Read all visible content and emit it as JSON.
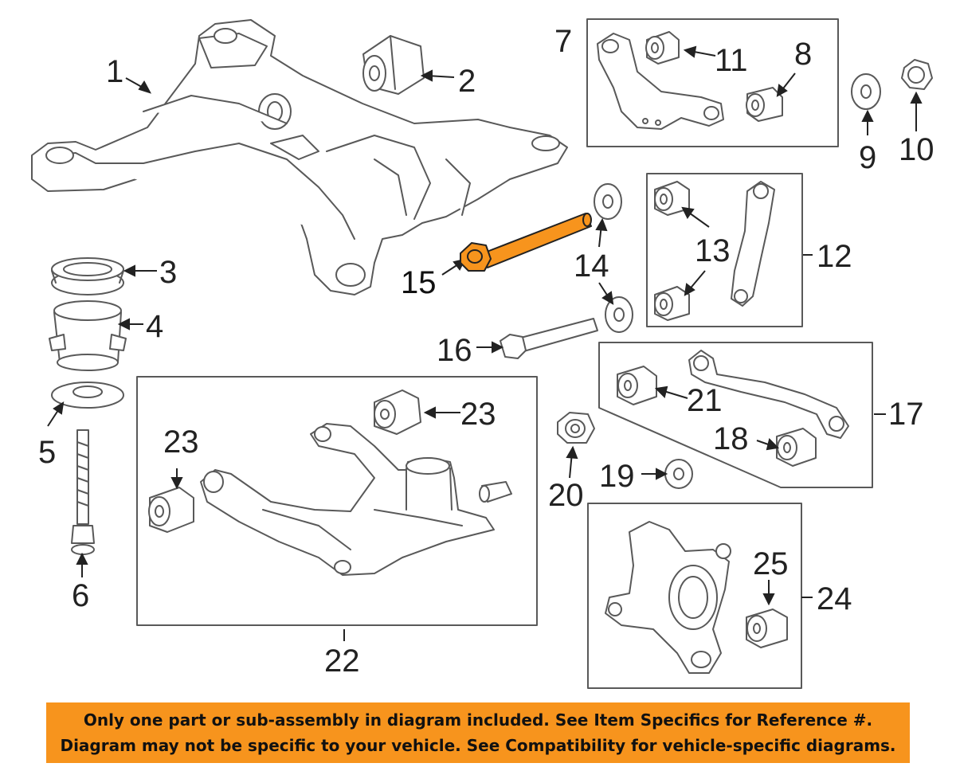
{
  "colors": {
    "line": "#595959",
    "part_fill": "#ffffff",
    "highlight": "#f7941d",
    "highlight_stroke": "#222222",
    "banner_bg": "#f7941d",
    "text": "#222222"
  },
  "highlighted_part": "15",
  "callouts": [
    "1",
    "2",
    "3",
    "4",
    "5",
    "6",
    "7",
    "8",
    "9",
    "10",
    "11",
    "12",
    "13",
    "14",
    "15",
    "16",
    "17",
    "18",
    "19",
    "20",
    "21",
    "22",
    "23",
    "23",
    "24",
    "25"
  ],
  "banner": {
    "line1": "Only one part or sub-assembly in diagram included. See Item Specifics for Reference #.",
    "line2": "Diagram may not be specific to your vehicle. See Compatibility for vehicle-specific diagrams."
  }
}
